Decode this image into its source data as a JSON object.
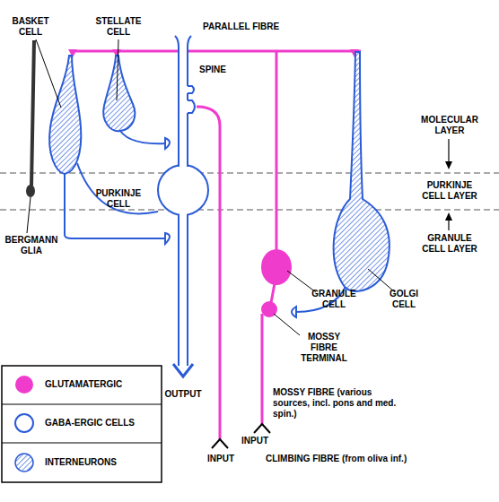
{
  "diagram": {
    "labels": [
      "BASKET CELL",
      "STELLATE CELL",
      "PARALLEL FIBRE",
      "SPINE",
      "MOLECULAR LAYER",
      "PURKINJE CELL LAYER",
      "PURKINJE CELL",
      "GRANULE CELL LAYER",
      "BERGMANN GLIA",
      "GRANULE CELL",
      "GOLGI CELL",
      "MOSSY FIBRE TERMINAL",
      "OUTPUT",
      "MOSSY FIBRE (various sources, incl. pons and med. spin.)",
      "INPUT",
      "INPUT",
      "CLIMBING FIBRE (from oliva inf.)"
    ],
    "legend": [
      {
        "text": "GLUTAMATERGIC",
        "color": "#f03ccd"
      },
      {
        "text": "GABA-ERGIC CELLS"
      },
      {
        "text": "INTERNEURONS"
      }
    ]
  }
}
